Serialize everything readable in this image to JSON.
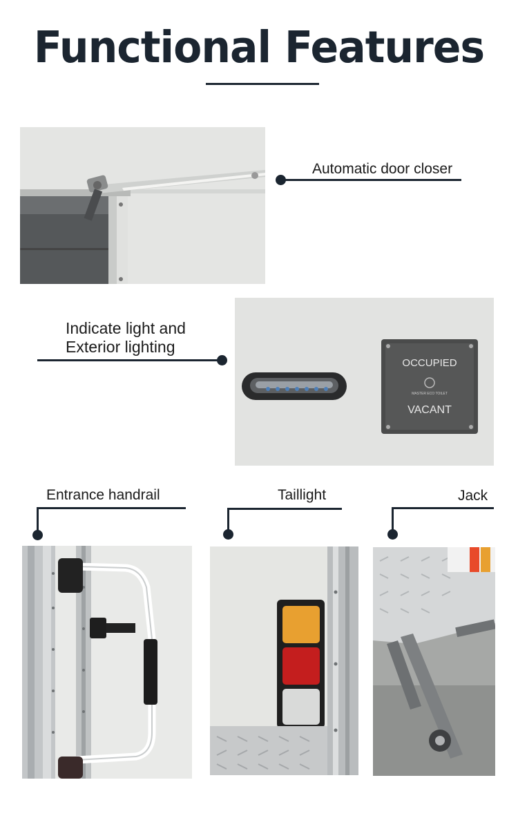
{
  "header": {
    "title": "Functional Features"
  },
  "features": {
    "door_closer": {
      "label": "Automatic door closer"
    },
    "lighting": {
      "label_line1": "Indicate light and",
      "label_line2": "Exterior lighting"
    },
    "sign": {
      "top": "OCCUPIED",
      "brand": "MASTER ECO TOILET",
      "bottom": "VACANT"
    },
    "handrail": {
      "label": "Entrance handrail"
    },
    "taillight": {
      "label": "Taillight"
    },
    "jack": {
      "label": "Jack"
    }
  },
  "colors": {
    "accent": "#1b2530",
    "amber": "#e8a030",
    "red": "#c41e1e"
  }
}
